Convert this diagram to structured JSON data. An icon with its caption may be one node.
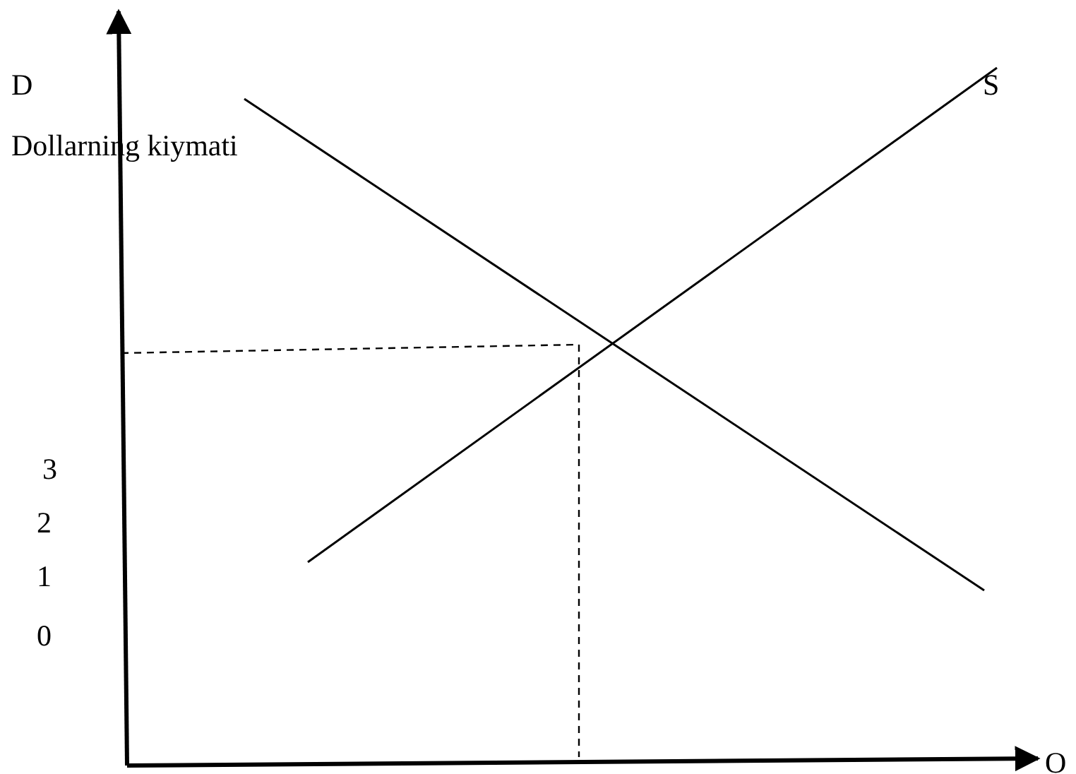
{
  "diagram": {
    "labels": [
      "D",
      "S",
      "Dollarning kiymati",
      "3",
      "2",
      "1",
      "0",
      "O"
    ]
  }
}
